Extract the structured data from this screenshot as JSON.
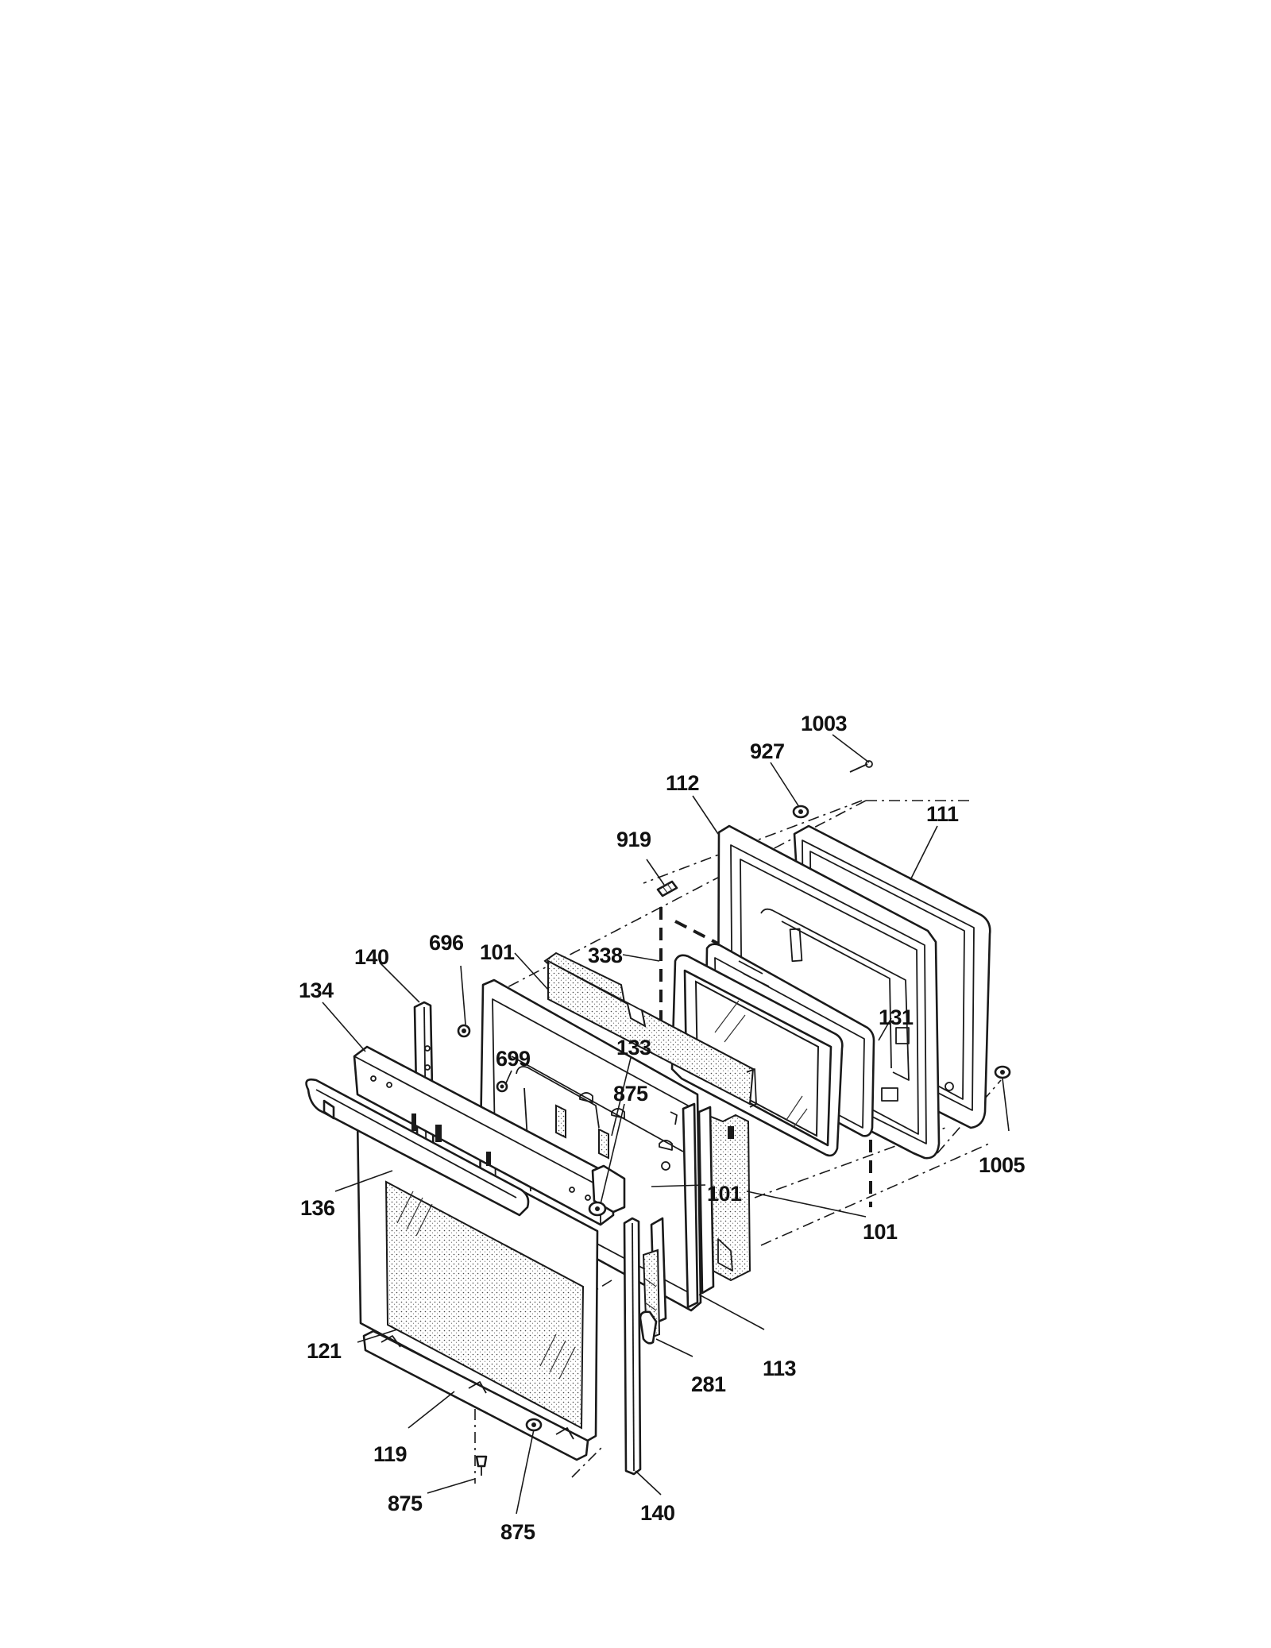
{
  "diagram": {
    "labels": {
      "p1003": "1003",
      "p927": "927",
      "p112": "112",
      "p111": "111",
      "p919": "919",
      "p338": "338",
      "p131": "131",
      "p696": "696",
      "p101a": "101",
      "p101b": "101",
      "p101c": "101",
      "p140a": "140",
      "p140b": "140",
      "p134": "134",
      "p699": "699",
      "p133": "133",
      "p875a": "875",
      "p875b": "875",
      "p875c": "875",
      "p1005": "1005",
      "p136": "136",
      "p121": "121",
      "p113": "113",
      "p281": "281",
      "p119": "119"
    }
  }
}
